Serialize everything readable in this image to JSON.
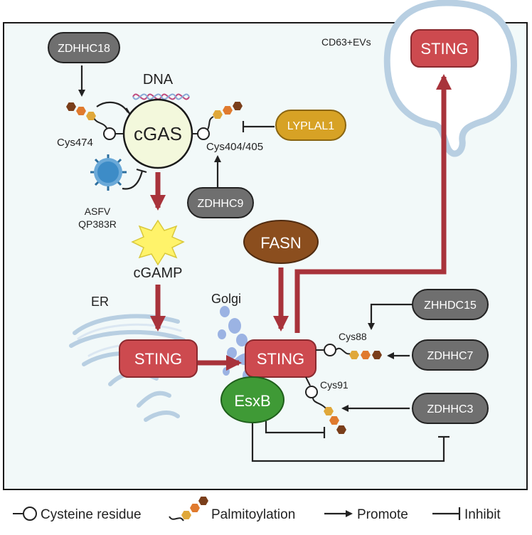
{
  "nodes": {
    "zdhhc18": "ZDHHC18",
    "lyplal1": "LYPLAL1",
    "zdhhc9": "ZDHHC9",
    "fasn": "FASN",
    "zhhdc15": "ZHHDC15",
    "zdhhc7": "ZDHHC7",
    "zdhhc3": "ZDHHC3",
    "cgas": "cGAS",
    "sting_er": "STING",
    "sting_golgi": "STING",
    "sting_ev": "STING",
    "esxb": "EsxB"
  },
  "labels": {
    "dna": "DNA",
    "cys474": "Cys474",
    "cys404": "Cys404/405",
    "asfv_line1": "ASFV",
    "asfv_line2": "QP383R",
    "cgamp": "cGAMP",
    "er": "ER",
    "golgi": "Golgi",
    "cys88": "Cys88",
    "cys91": "Cys91",
    "cd63": "CD63+EVs"
  },
  "legend": {
    "cysteine": "Cysteine residue",
    "palmitoylation": "Palmitoylation",
    "promote": "Promote",
    "inhibit": "Inhibit"
  },
  "colors": {
    "panel_bg": "#f2f9f9",
    "sting_red": "#cd4a4f",
    "arrow_red": "#a8333b",
    "gray_pill": "#6f6f6f",
    "lyplal1": "#d7a225",
    "fasn": "#8b4e1e",
    "esxb": "#3f9a36",
    "cgas_fill": "#f3f8dc",
    "ev_membrane": "#b8cfe2",
    "golgi": "#9bb3e3",
    "hex_dark": "#7a3e1a",
    "hex_orange": "#e07a2e",
    "hex_gold": "#e0a83a"
  },
  "icons": [
    "virus-icon",
    "dna-strand-icon",
    "cgamp-burst-icon",
    "er-membrane-icon",
    "golgi-icon",
    "ev-vesicle-icon"
  ]
}
